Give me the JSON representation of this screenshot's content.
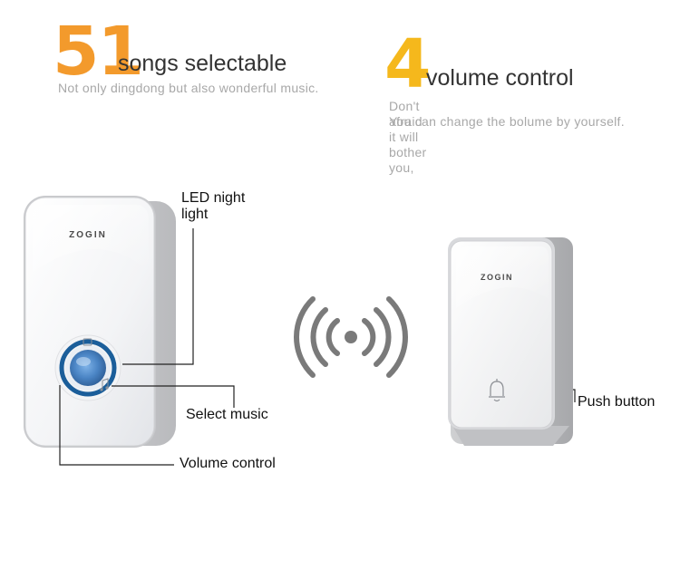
{
  "features": [
    {
      "number": "51",
      "title": "songs selectable",
      "description": "Not only dingdong but also wonderful music.",
      "color": "#f39a2c"
    },
    {
      "number": "4",
      "title": "volume control",
      "description_lines": [
        "Don't afraid it will bother you,",
        "You can change the bolume by yourself."
      ],
      "color": "#f5b81c"
    }
  ],
  "receiver": {
    "brand": "ZOGIN",
    "labels": {
      "led": "LED night light",
      "select_music": "Select music",
      "volume": "Volume control"
    },
    "icons": [
      "music-note-icon",
      "mode-icon"
    ],
    "ring_color": "#1b5e9a"
  },
  "transmitter": {
    "brand": "ZOGIN",
    "labels": {
      "push": "Push button"
    },
    "icons": [
      "bell-icon"
    ]
  },
  "signal": {
    "icon": "wireless-signal-icon",
    "color": "#7a7a7a"
  }
}
